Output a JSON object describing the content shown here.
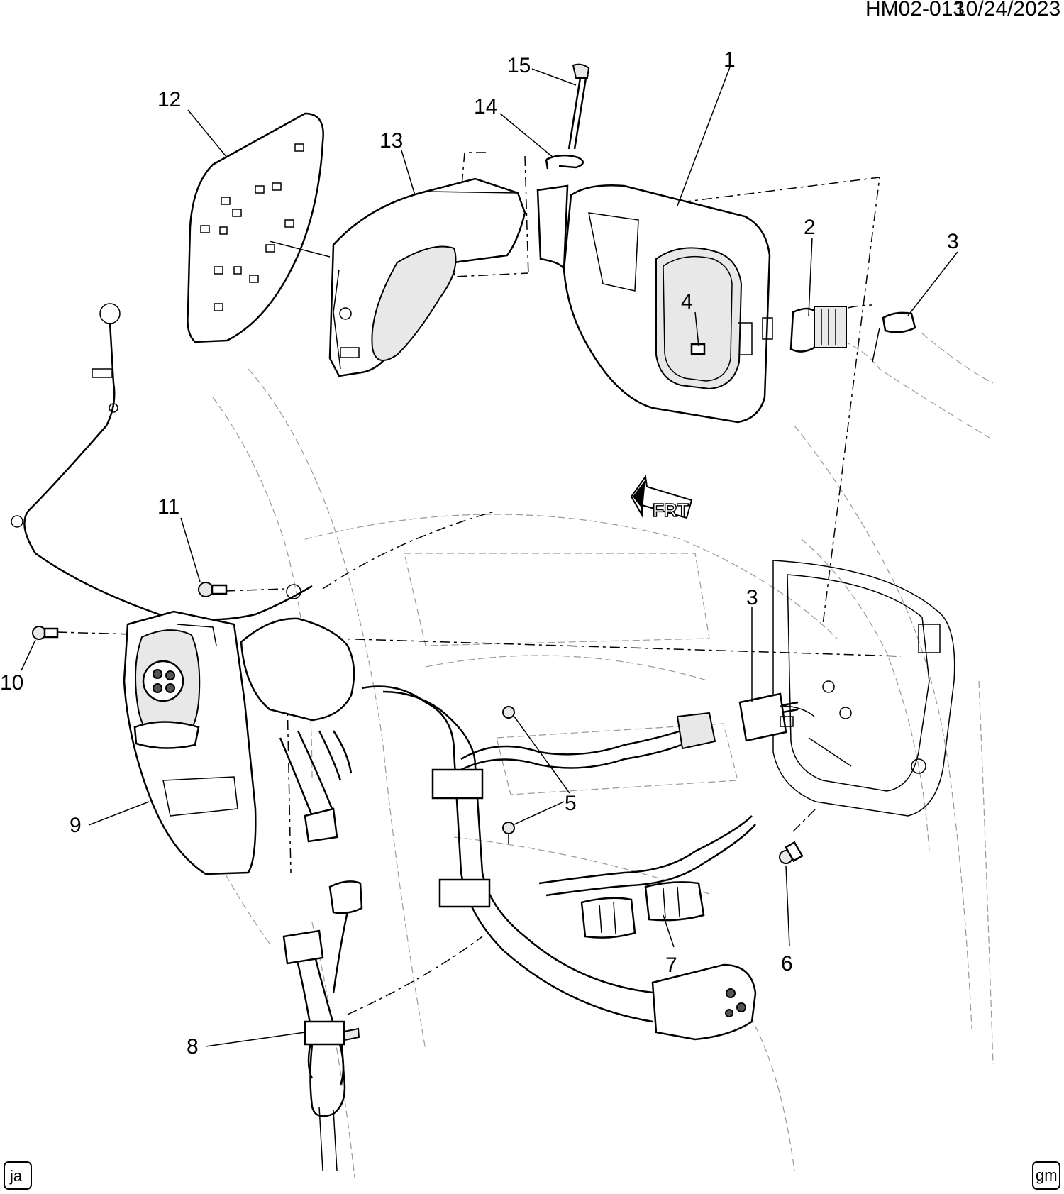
{
  "diagram_id": "HM02-013",
  "date": "10/24/2023",
  "badges": {
    "left": "ja",
    "right": "gm"
  },
  "direction_marker": "FRT",
  "callouts": {
    "c1": "1",
    "c2": "2",
    "c3a": "3",
    "c3b": "3",
    "c4": "4",
    "c5a": "5",
    "c5b": "5",
    "c6": "6",
    "c7": "7",
    "c8": "8",
    "c9": "9",
    "c10": "10",
    "c11": "11",
    "c12": "12",
    "c13": "13",
    "c14": "14",
    "c15": "15"
  }
}
